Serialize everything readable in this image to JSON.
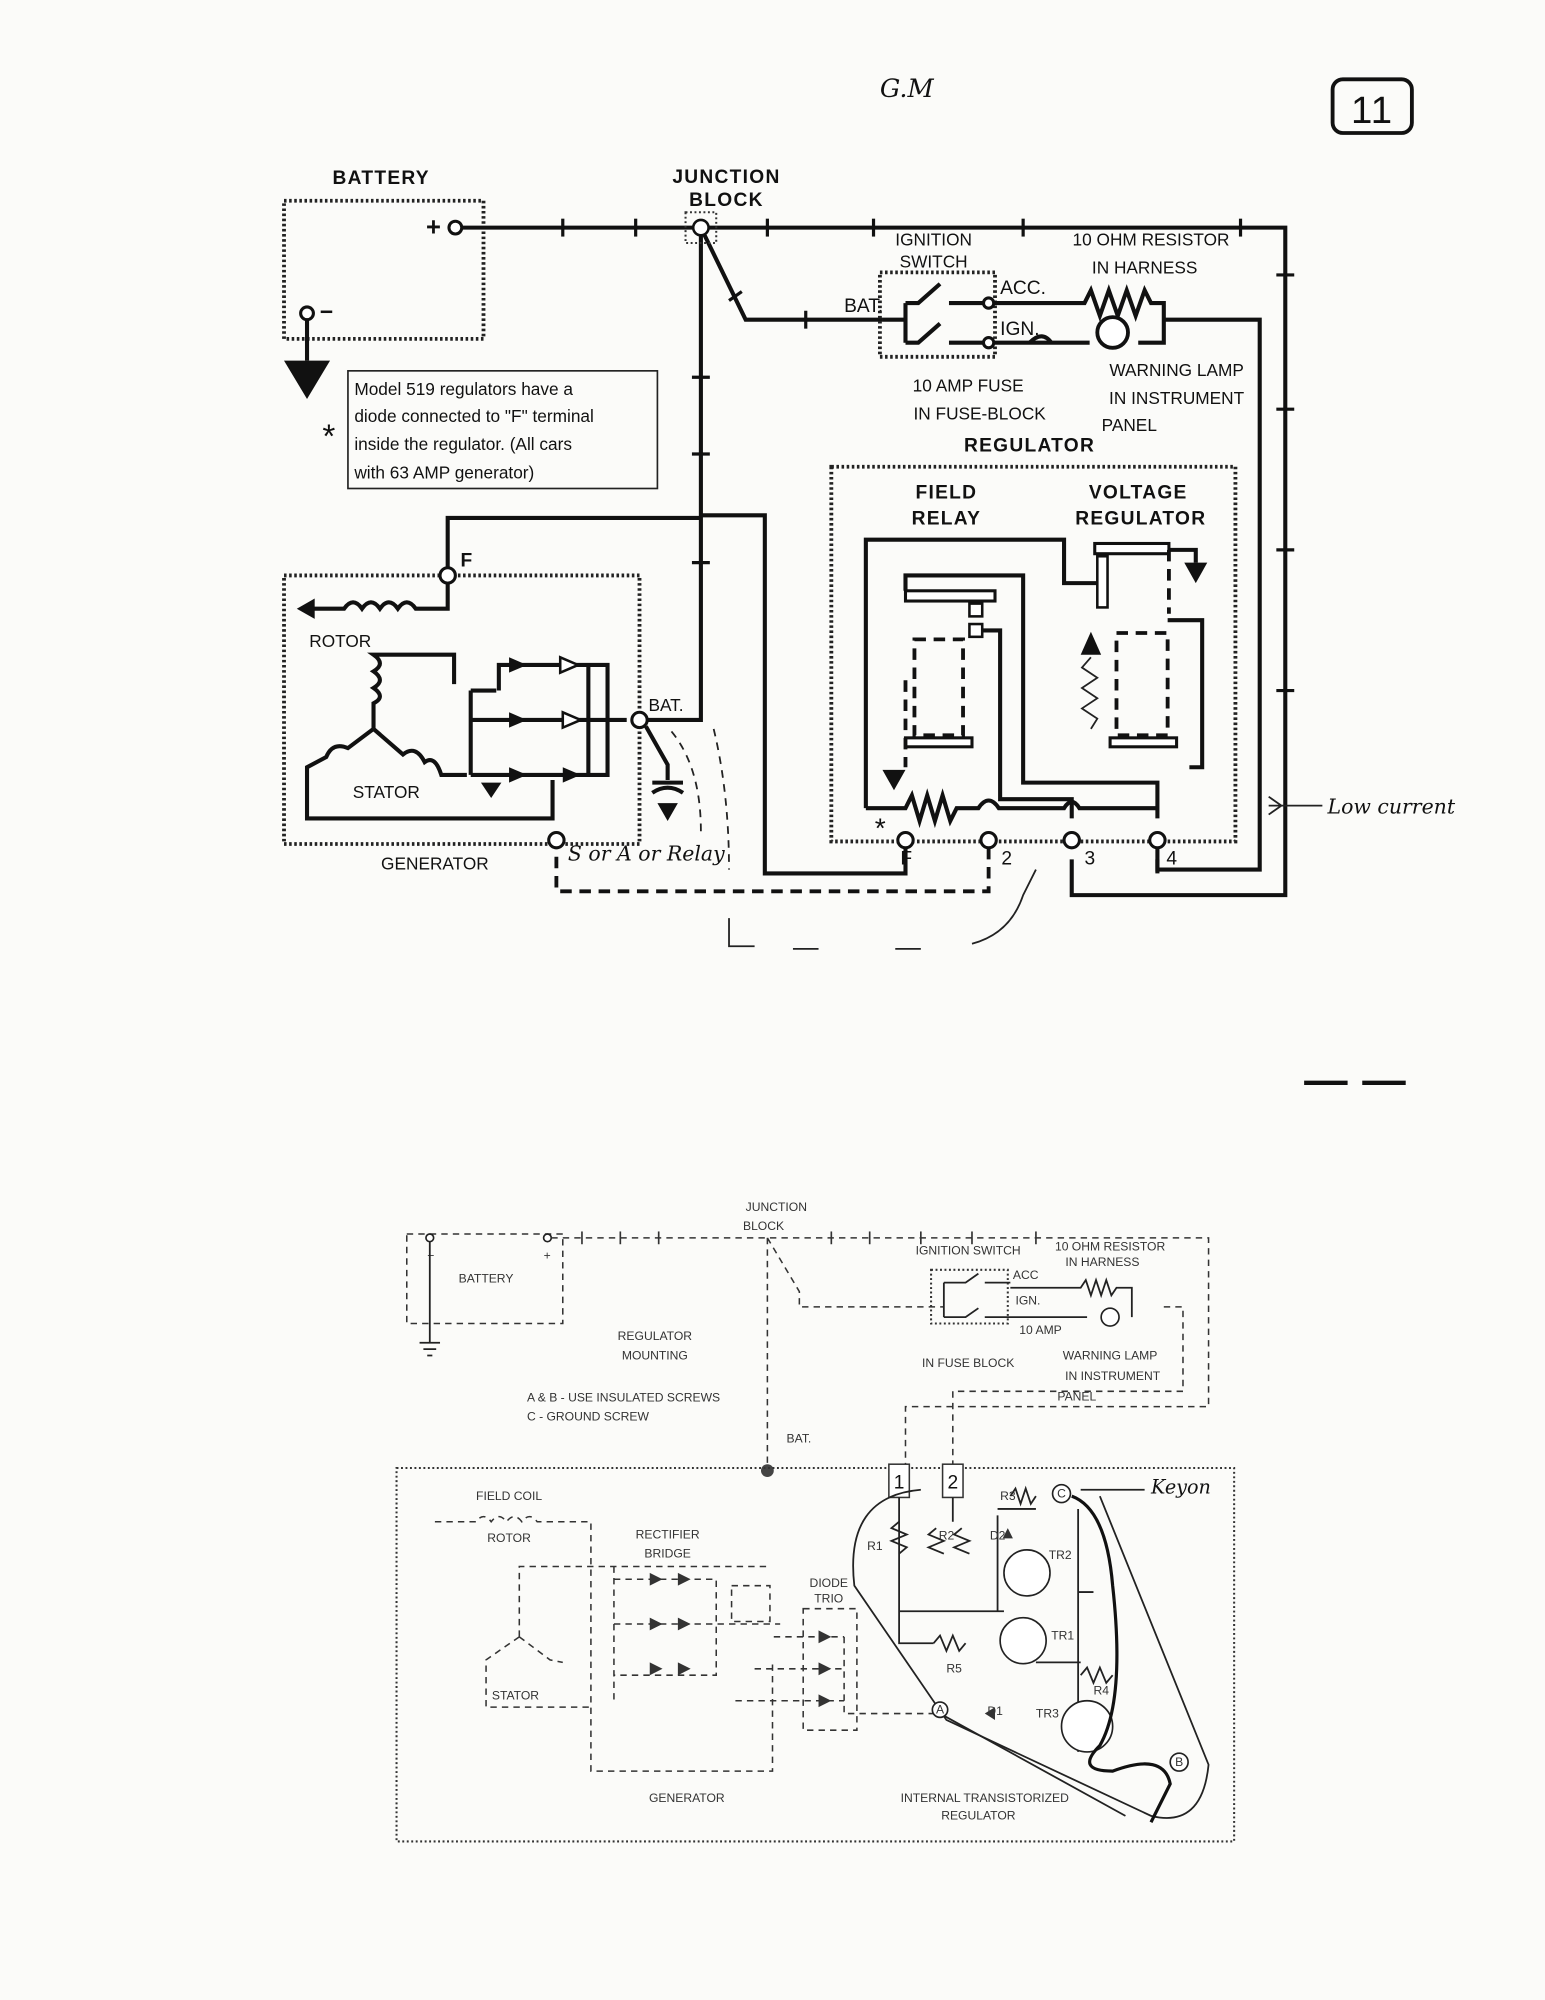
{
  "page": {
    "number": "11",
    "handwritten_header": "G.M",
    "divider_marks": "— —"
  },
  "top_diagram": {
    "battery": "BATTERY",
    "plus": "+",
    "minus": "−",
    "junction_block": [
      "JUNCTION",
      "BLOCK"
    ],
    "ignition_switch": [
      "IGNITION",
      "SWITCH"
    ],
    "bat": "BAT.",
    "acc": "ACC.",
    "ign": "IGN.",
    "resistor": [
      "10 OHM RESISTOR",
      "IN HARNESS"
    ],
    "fuse": [
      "10 AMP FUSE",
      "IN FUSE-BLOCK"
    ],
    "warning_lamp": [
      "WARNING LAMP",
      "IN INSTRUMENT",
      "PANEL"
    ],
    "regulator": "REGULATOR",
    "field_relay": [
      "FIELD",
      "RELAY"
    ],
    "voltage_regulator": [
      "VOLTAGE",
      "REGULATOR"
    ],
    "note": {
      "asterisk": "*",
      "lines": [
        "Model 519 regulators have a",
        "diode connected to \"F\" terminal",
        "inside the regulator.  (All cars",
        "with 63 AMP generator)"
      ]
    },
    "generator": "GENERATOR",
    "rotor": "ROTOR",
    "stator": "STATOR",
    "gen_f": "F",
    "gen_bat": "BAT.",
    "terminals": [
      "F",
      "2",
      "3",
      "4"
    ],
    "terminal_asterisk": "*",
    "handwritten_relay": "S or A or Relay",
    "handwritten_low_current": "Low current"
  },
  "bottom_diagram": {
    "junction_block": [
      "JUNCTION",
      "BLOCK"
    ],
    "battery": "BATTERY",
    "plus": "+",
    "minus": "−",
    "ignition_switch": "IGNITION SWITCH",
    "resistor": [
      "10 OHM RESISTOR",
      "IN HARNESS"
    ],
    "acc": "ACC",
    "ign": "IGN.",
    "fuse": [
      "10 AMP",
      "IN FUSE BLOCK"
    ],
    "warning_lamp": [
      "WARNING LAMP",
      "IN INSTRUMENT",
      "PANEL"
    ],
    "regulator_mounting": [
      "REGULATOR",
      "MOUNTING"
    ],
    "screws": [
      "A & B - USE INSULATED SCREWS",
      "C  -  GROUND SCREW"
    ],
    "bat": "BAT.",
    "field_coil": "FIELD COIL",
    "rotor": "ROTOR",
    "rectifier_bridge": [
      "RECTIFIER",
      "BRIDGE"
    ],
    "diode_trio": [
      "DIODE",
      "TRIO"
    ],
    "stator": "STATOR",
    "generator": "GENERATOR",
    "internal_regulator": [
      "INTERNAL TRANSISTORIZED",
      "REGULATOR"
    ],
    "terminals": [
      "1",
      "2"
    ],
    "components": {
      "r1": "R1",
      "r2": "R2",
      "r3": "R3",
      "r4": "R4",
      "r5": "R5",
      "d1": "D1",
      "d2": "D2",
      "tr1": "TR1",
      "tr2": "TR2",
      "tr3": "TR3"
    },
    "screw_a": "A",
    "screw_b": "B",
    "screw_c": "C",
    "handwritten_note": "Keyon"
  }
}
